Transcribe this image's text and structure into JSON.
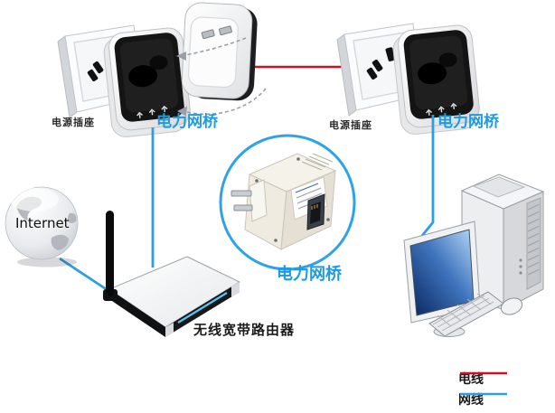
{
  "diagram": {
    "nodes": {
      "internet_label": "Internet",
      "left_socket_label": "电源插座",
      "right_socket_label": "电源插座",
      "left_bridge_label": "电力网桥",
      "right_bridge_label": "电力网桥",
      "inset_bridge_label": "电力网桥",
      "router_label": "无线宽带路由器"
    },
    "colors": {
      "power_line": "#ce1126",
      "network_line": "#2b9fe3",
      "bridge_label_text": "#1d9ae0",
      "callout_ring": "#2fa3e8",
      "router_led_strip": "#59c2f0"
    },
    "legend": {
      "power_line_label": "电线",
      "network_line_label": "网线"
    }
  }
}
